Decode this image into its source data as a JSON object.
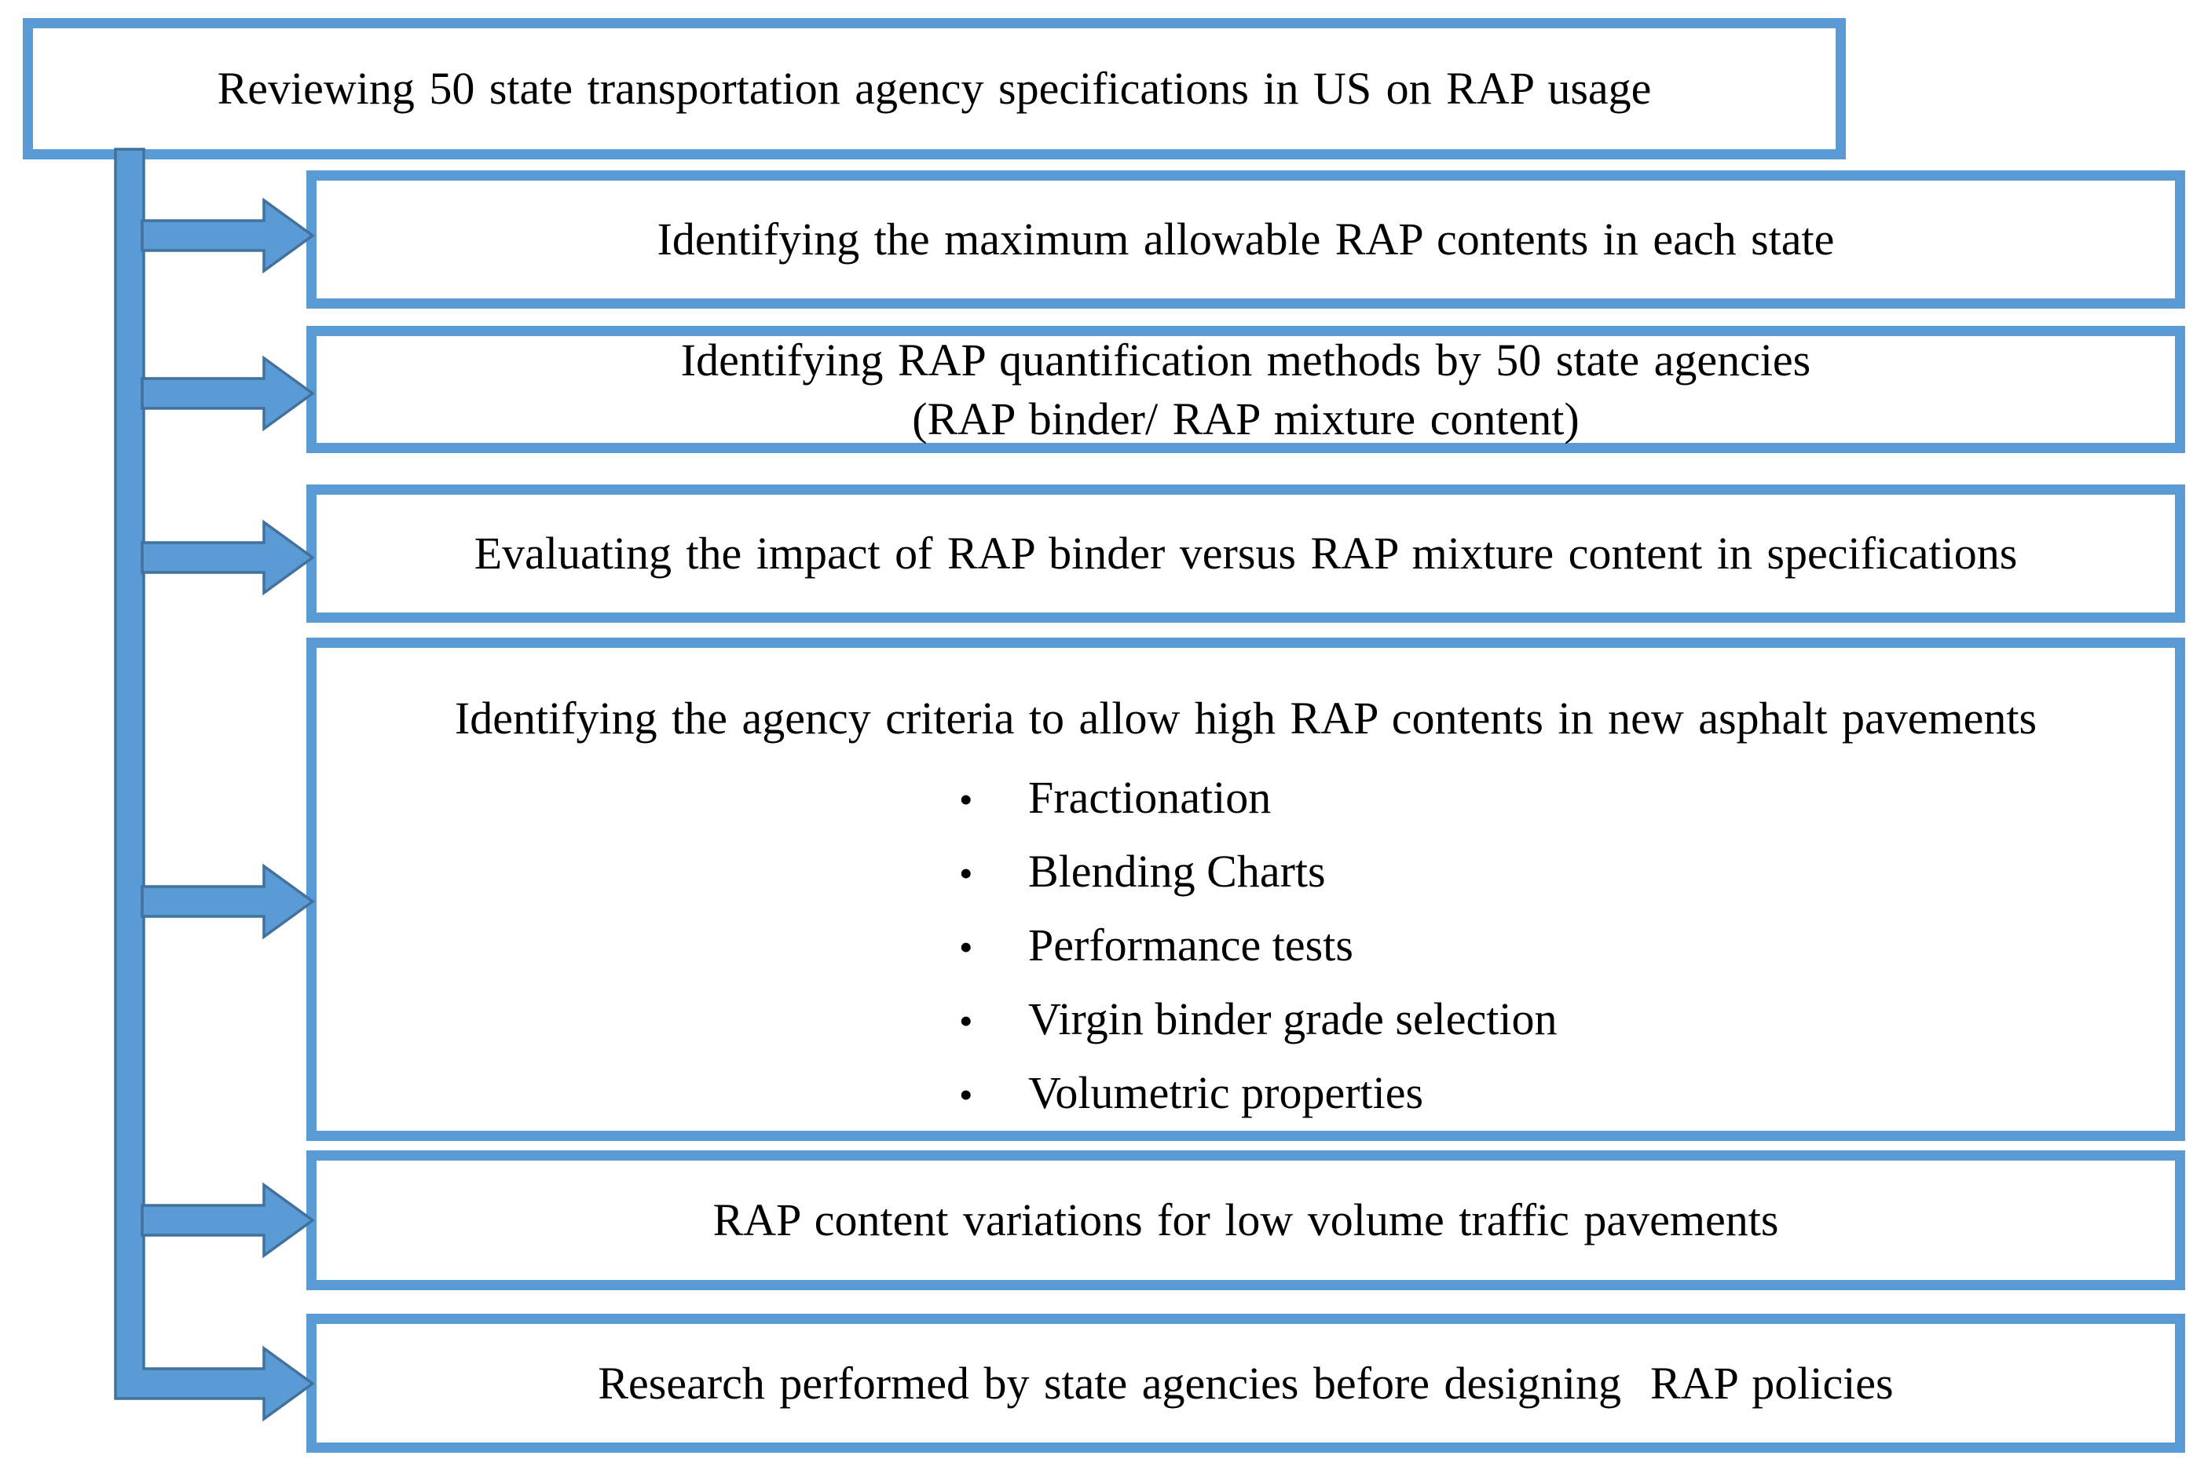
{
  "diagram": {
    "root": {
      "label": "Reviewing 50 state transportation agency specifications in US on RAP usage"
    },
    "branches": [
      {
        "label": "Identifying the maximum allowable RAP contents in each state"
      },
      {
        "label": "Identifying RAP quantification methods by 50 state agencies",
        "label2": "(RAP binder/ RAP mixture content)"
      },
      {
        "label": "Evaluating the impact of RAP binder versus RAP mixture content in specifications"
      },
      {
        "label": "Identifying the agency criteria to allow high RAP contents in new asphalt pavements",
        "bullet_glyph": "•",
        "bullets": [
          "Fractionation",
          "Blending Charts",
          "Performance tests",
          "Virgin binder grade selection",
          "Volumetric properties"
        ]
      },
      {
        "label": "RAP content variations for low volume traffic pavements"
      },
      {
        "label": "Research performed by state agencies before designing  RAP policies"
      }
    ],
    "colors": {
      "box_border": "#5B9BD5",
      "arrow_fill": "#5B9BD5",
      "arrow_outline": "#41719C",
      "text": "#000000",
      "background": "#FFFFFF"
    }
  }
}
